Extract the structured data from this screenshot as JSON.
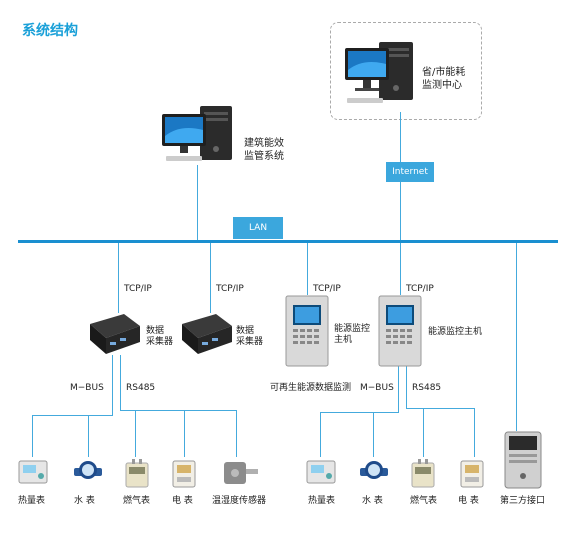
{
  "title": "系统结构",
  "tags": {
    "internet": "Internet",
    "lan": "LAN"
  },
  "nodes": {
    "provincial_center": "省/市能耗\n监测中心",
    "building_system": "建筑能效\n监管系统",
    "collector_1": "数据\n采集器",
    "collector_2": "数据\n采集器",
    "energy_host_1": "能源监控\n主机",
    "energy_host_2": "能源监控主机",
    "renewable_monitor": "可再生能源数据监测"
  },
  "protocols": {
    "tcpip_1": "TCP/IP",
    "tcpip_2": "TCP/IP",
    "tcpip_3": "TCP/IP",
    "tcpip_4": "TCP/IP",
    "mbus_left": "M−BUS",
    "rs485_left": "RS485",
    "mbus_right": "M−BUS",
    "rs485_right": "RS485"
  },
  "devices": {
    "heat_meter_1": "热量表",
    "water_meter_1": "水  表",
    "gas_meter_1": "燃气表",
    "electric_meter_1": "电  表",
    "th_sensor": "温湿度传感器",
    "heat_meter_2": "热量表",
    "water_meter_2": "水  表",
    "gas_meter_2": "燃气表",
    "electric_meter_2": "电  表",
    "third_party": "第三方接口"
  },
  "colors": {
    "accent": "#1aa0d8",
    "line": "#44aadd",
    "bus": "#1a8fd0"
  }
}
